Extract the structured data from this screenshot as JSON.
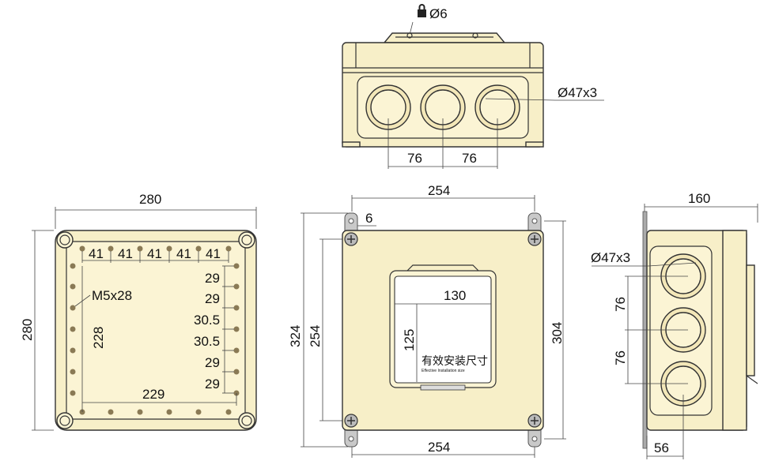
{
  "top_view": {
    "padlock_dim": "Ø6",
    "hole_spec": "Ø47x3",
    "spacing_1": "76",
    "spacing_2": "76"
  },
  "back_view": {
    "width": "280",
    "height": "280",
    "screw_spec": "M5x28",
    "pitch_top": [
      "41",
      "41",
      "41",
      "41",
      "41"
    ],
    "pitch_right": [
      "29",
      "29",
      "30.5",
      "30.5",
      "29",
      "29"
    ],
    "inner_height": "228",
    "inner_width": "229"
  },
  "front_view": {
    "width_top": "254",
    "width_bottom": "254",
    "tab_offset": "6",
    "total_height": "324",
    "hole_pitch_height": "254",
    "body_height": "304",
    "window_width": "130",
    "window_height": "125",
    "window_caption_cn": "有效安装尺寸",
    "window_caption_en": "Effective Installation size"
  },
  "side_view": {
    "depth": "160",
    "hole_spec": "Ø47x3",
    "spacing_1": "76",
    "spacing_2": "76",
    "offset": "56"
  }
}
